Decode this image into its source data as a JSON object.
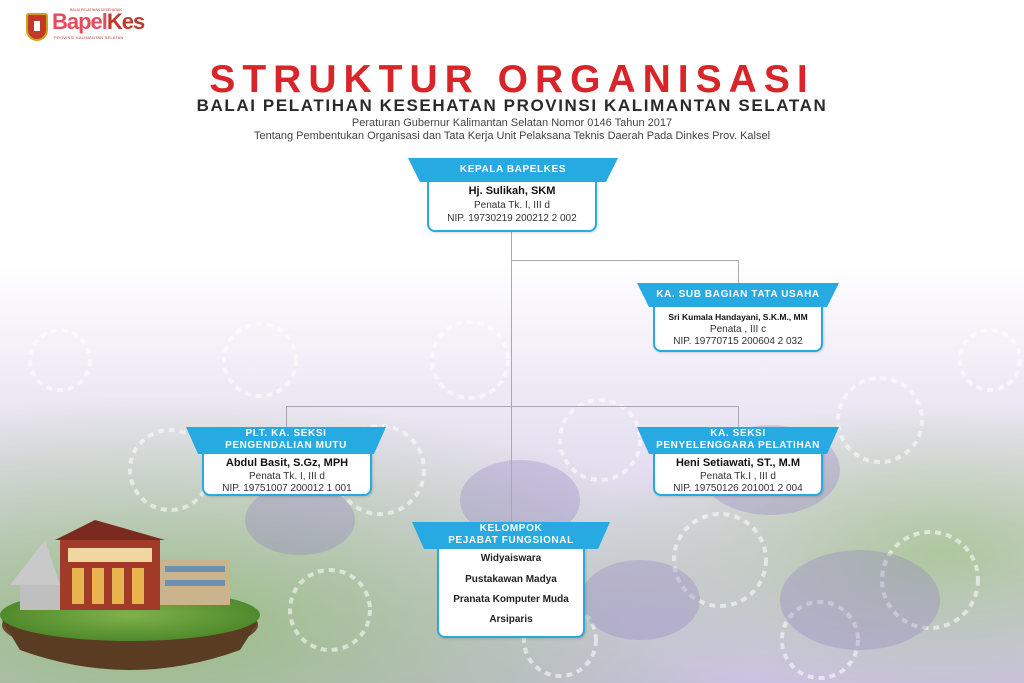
{
  "logo": {
    "brand_bapel": "Bapel",
    "brand_kes": "Kes",
    "top_caption": "BALAI PELATIHAN KESEHATAN",
    "tagline": "PROVINSI KALIMANTAN SELATAN"
  },
  "title": "STRUKTUR ORGANISASI",
  "subtitle": "BALAI PELATIHAN KESEHATAN PROVINSI KALIMANTAN SELATAN",
  "regulation_line1": "Peraturan Gubernur Kalimantan Selatan Nomor 0146 Tahun 2017",
  "regulation_line2": "Tentang Pembentukan Organisasi dan Tata Kerja Unit Pelaksana Teknis Daerah Pada Dinkes Prov. Kalsel",
  "colors": {
    "accent": "#27a9e1",
    "title_red": "#d8252a",
    "connector": "#a6a9b2"
  },
  "kepala": {
    "header": "KEPALA BAPELKES",
    "name": "Hj. Sulikah, SKM",
    "rank": "Penata Tk. I, III d",
    "nip": "NIP. 19730219 200212 2 002"
  },
  "tata_usaha": {
    "header": "KA. SUB BAGIAN TATA USAHA",
    "name": "Sri Kumala Handayani, S.K.M., MM",
    "rank": "Penata , III c",
    "nip": "NIP. 19770715 200604 2 032"
  },
  "pengendalian": {
    "header_line1": "PLT. KA. SEKSI",
    "header_line2": "PENGENDALIAN MUTU",
    "name": "Abdul Basit, S.Gz, MPH",
    "rank": "Penata Tk. I, III d",
    "nip": "NIP. 19751007 200012 1 001"
  },
  "penyelenggara": {
    "header_line1": "KA. SEKSI",
    "header_line2": "PENYELENGGARA PELATIHAN",
    "name": "Heni Setiawati, ST., M.M",
    "rank": "Penata Tk.I , III d",
    "nip": "NIP. 19750126 201001 2 004"
  },
  "fungsional": {
    "header_line1": "KELOMPOK",
    "header_line2": "PEJABAT FUNGSIONAL",
    "items": [
      "Widyaiswara",
      "Pustakawan Madya",
      "Pranata Komputer Muda",
      "Arsiparis"
    ]
  }
}
